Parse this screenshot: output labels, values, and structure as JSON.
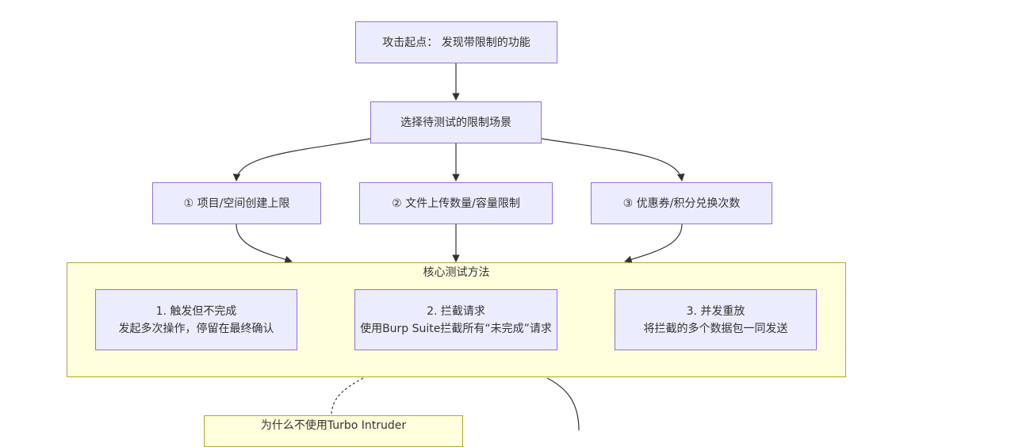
{
  "nodes": {
    "start": "攻击起点： 发现带限制的功能",
    "select": "选择待测试的限制场景",
    "scenario1": "① 项目/空间创建上限",
    "scenario2": "② 文件上传数量/容量限制",
    "scenario3": "③ 优惠券/积分兑换次数"
  },
  "core_method": {
    "title": "核心测试方法",
    "step1": {
      "title": "1. 触发但不完成",
      "desc": "发起多次操作，停留在最终确认"
    },
    "step2": {
      "title": "2. 拦截请求",
      "desc": "使用Burp Suite拦截所有“未完成”请求"
    },
    "step3": {
      "title": "3. 并发重放",
      "desc": "将拦截的多个数据包一同发送"
    }
  },
  "why_not": {
    "title": "为什么不使用Turbo Intruder"
  },
  "colors": {
    "node_fill": "#ececff",
    "node_border": "#9370db",
    "cluster_fill": "#ffffde",
    "cluster_border": "#aaaa33",
    "edge": "#333333",
    "text": "#333333"
  }
}
